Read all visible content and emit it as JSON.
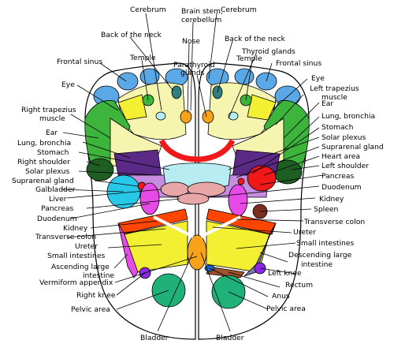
{
  "labels": {
    "cerebrum_l": "Cerebrum",
    "brain_stem": "Brain stem,",
    "cerebellum": "cerebellum",
    "cerebrum_r": "Cerebrum",
    "back_neck_l": "Back of the neck",
    "nose": "Nose",
    "back_neck_r": "Back of the neck",
    "thyroid": "Thyroid glands",
    "temple_l": "Temple",
    "parathyroid_1": "Parathyroid",
    "parathyroid_2": "glands",
    "temple_r": "Temple",
    "frontal_sinus_l": "Frontal sinus",
    "frontal_sinus_r": "Frontal sinus",
    "eye_l": "Eye",
    "eye_r": "Eye",
    "left_trap_1": "Left trapezius",
    "left_trap_2": "muscle",
    "right_trap_1": "Right trapezius",
    "right_trap_2": "muscle",
    "ear_r": "Ear",
    "ear_l": "Ear",
    "lung_r": "Lung, bronchia",
    "lung_l": "Lung, bronchia",
    "stomach_r": "Stomach",
    "stomach_l": "Stomach",
    "solar_plexus_r": "Solar plexus",
    "right_shoulder": "Right shoulder",
    "solar_plexus_l": "Solar plexus",
    "suprarenal_r": "Suprarenal gland",
    "suprarenal_l": "Suprarenal gland",
    "heart": "Heart area",
    "galbladder": "Galbladder",
    "left_shoulder": "Left shoulder",
    "liver": "Liver",
    "pancreas_r": "Pancreas",
    "pancreas_l": "Pancreas",
    "duodenum_r": "Duodenum",
    "duodenum_l": "Duodenum",
    "kidney_r": "Kidney",
    "kidney_l": "Kidney",
    "spleen": "Spleen",
    "transverse_colon_l": "Transverse colon",
    "transverse_colon_r": "Transverse colon",
    "ureter_l": "Ureter",
    "ureter_r": "Ureter",
    "small_int_l": "Small intestines",
    "small_int_r": "Small intestines",
    "asc_large_1": "Ascending large",
    "asc_large_2": "intestine",
    "desc_large_1": "Descending large",
    "desc_large_2": "intestine",
    "vermiform": "Vermiform appendix",
    "left_knee": "Left knee",
    "right_knee": "Right knee",
    "rectum": "Rectum",
    "anus": "Anus",
    "pelvic_l": "Pelvic area",
    "pelvic_r": "Pelvic area",
    "bladder_l": "Bladder",
    "bladder_r": "Bladder"
  },
  "colors": {
    "sinus_blue": "#5aa9e6",
    "pale_yellow": "#f5f5b0",
    "bright_yellow": "#f3ef33",
    "green": "#3db53c",
    "dark_green": "#1f5e23",
    "purple": "#5b2a86",
    "lavender": "#c58ee0",
    "light_cyan": "#b8ecf3",
    "cyan": "#28c9e8",
    "magenta": "#e64be6",
    "pink": "#e8a7a7",
    "red": "#f01818",
    "orange_red": "#ff4500",
    "orange": "#f7a21b",
    "brown": "#7b2d1f",
    "teal": "#20b07a",
    "slate": "#7a7ab8",
    "blue": "#1f63c9",
    "violet": "#8a2be2"
  }
}
